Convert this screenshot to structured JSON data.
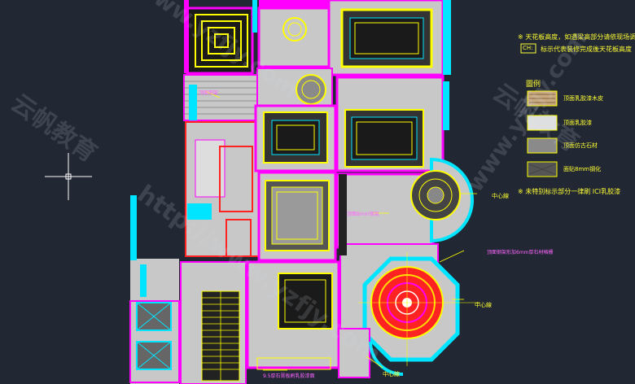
{
  "notes": {
    "line1": "※ 天花板高度，如遇梁高部分请依现场调整。",
    "code_box": "CH:",
    "line2": "标示代表装修完成後天花板高度"
  },
  "legend": {
    "title": "圖例",
    "items": [
      {
        "label": "顶面乳胶漆木皮"
      },
      {
        "label": "顶面乳胶漆"
      },
      {
        "label": "顶面仿古石材"
      },
      {
        "label": "面贴8mm钢化"
      }
    ],
    "footer": "※ 未特别标示部分一律刷 ICI乳胶漆"
  },
  "room_labels": {
    "center1": "中心線",
    "center2": "中心線",
    "center3": "中心線",
    "annot_left": "顶面钢架",
    "annot_mid": "顶面8mm钢架",
    "annot_right": "顶面钢架形加6mm厚石材格栅",
    "annot_bottom": "9.5厚石膏板刷乳胶漆面"
  },
  "watermarks": {
    "cn": "云帆教育",
    "url": "www.yzfjy.com",
    "url_http": "http://www.yzfjy.com",
    "cn_right": "云帆教育"
  },
  "colors": {
    "background": "#212733",
    "wall": "#ff00ff",
    "cyan": "#00e5ff",
    "yellow": "#ffff00",
    "red": "#ff2222",
    "fill": "#c8c8c8",
    "green": "#33ff33"
  }
}
